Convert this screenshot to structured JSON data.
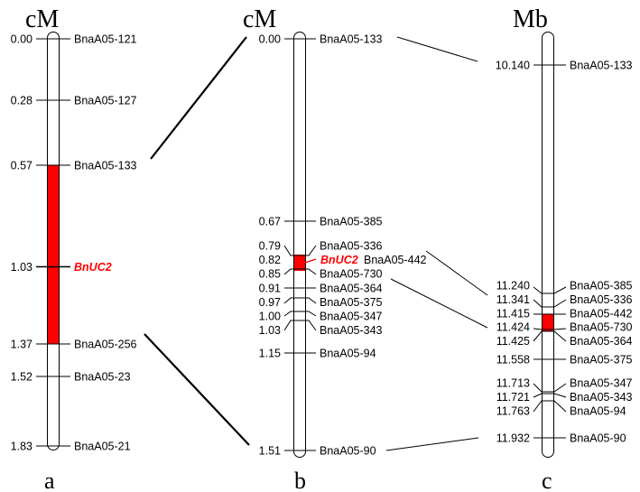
{
  "highlight_color": "#ff0000",
  "map_a": {
    "unit": "cM",
    "panel_label": "a",
    "gene": {
      "name": "BnUC2",
      "pos": "1.03"
    },
    "markers": [
      {
        "pos": "0.00",
        "name": "BnaA05-121"
      },
      {
        "pos": "0.28",
        "name": "BnaA05-127"
      },
      {
        "pos": "0.57",
        "name": "BnaA05-133"
      },
      {
        "pos": "1.37",
        "name": "BnaA05-256"
      },
      {
        "pos": "1.52",
        "name": "BnaA05-23"
      },
      {
        "pos": "1.83",
        "name": "BnaA05-21"
      }
    ]
  },
  "map_b": {
    "unit": "cM",
    "panel_label": "b",
    "gene": {
      "name": "BnUC2",
      "pos": "0.82",
      "marker": "BnaA05-442"
    },
    "markers": [
      {
        "pos": "0.00",
        "name": "BnaA05-133"
      },
      {
        "pos": "0.67",
        "name": "BnaA05-385"
      },
      {
        "pos": "0.79",
        "name": "BnaA05-336"
      },
      {
        "pos": "0.85",
        "name": "BnaA05-730"
      },
      {
        "pos": "0.91",
        "name": "BnaA05-364"
      },
      {
        "pos": "0.97",
        "name": "BnaA05-375"
      },
      {
        "pos": "1.00",
        "name": "BnaA05-347"
      },
      {
        "pos": "1.03",
        "name": "BnaA05-343"
      },
      {
        "pos": "1.15",
        "name": "BnaA05-94"
      },
      {
        "pos": "1.51",
        "name": "BnaA05-90"
      }
    ]
  },
  "map_c": {
    "unit": "Mb",
    "panel_label": "c",
    "markers": [
      {
        "pos": "10.140",
        "name": "BnaA05-133"
      },
      {
        "pos": "11.240",
        "name": "BnaA05-385"
      },
      {
        "pos": "11.341",
        "name": "BnaA05-336"
      },
      {
        "pos": "11.415",
        "name": "BnaA05-442"
      },
      {
        "pos": "11.424",
        "name": "BnaA05-730"
      },
      {
        "pos": "11.425",
        "name": "BnaA05-364"
      },
      {
        "pos": "11.558",
        "name": "BnaA05-375"
      },
      {
        "pos": "11.713",
        "name": "BnaA05-347"
      },
      {
        "pos": "11.721",
        "name": "BnaA05-343"
      },
      {
        "pos": "11.763",
        "name": "BnaA05-94"
      },
      {
        "pos": "11.932",
        "name": "BnaA05-90"
      }
    ]
  }
}
